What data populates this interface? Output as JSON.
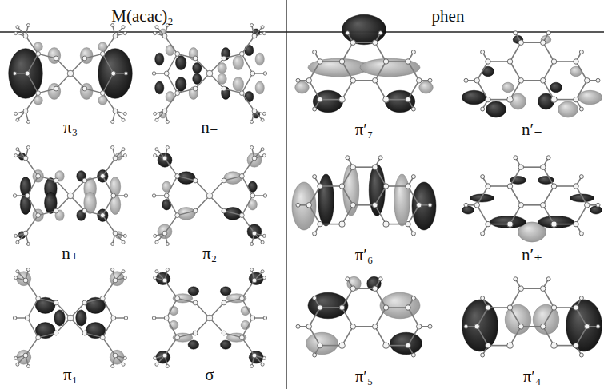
{
  "diagram": {
    "labels": [
      "M(acac)₂",
      "phen",
      "π₃",
      "n₋",
      "n₊",
      "π₂",
      "π₁",
      "σ",
      "π′₇",
      "n′₋",
      "π′₆",
      "n′₊",
      "π′₅",
      "π′₄"
    ]
  }
}
